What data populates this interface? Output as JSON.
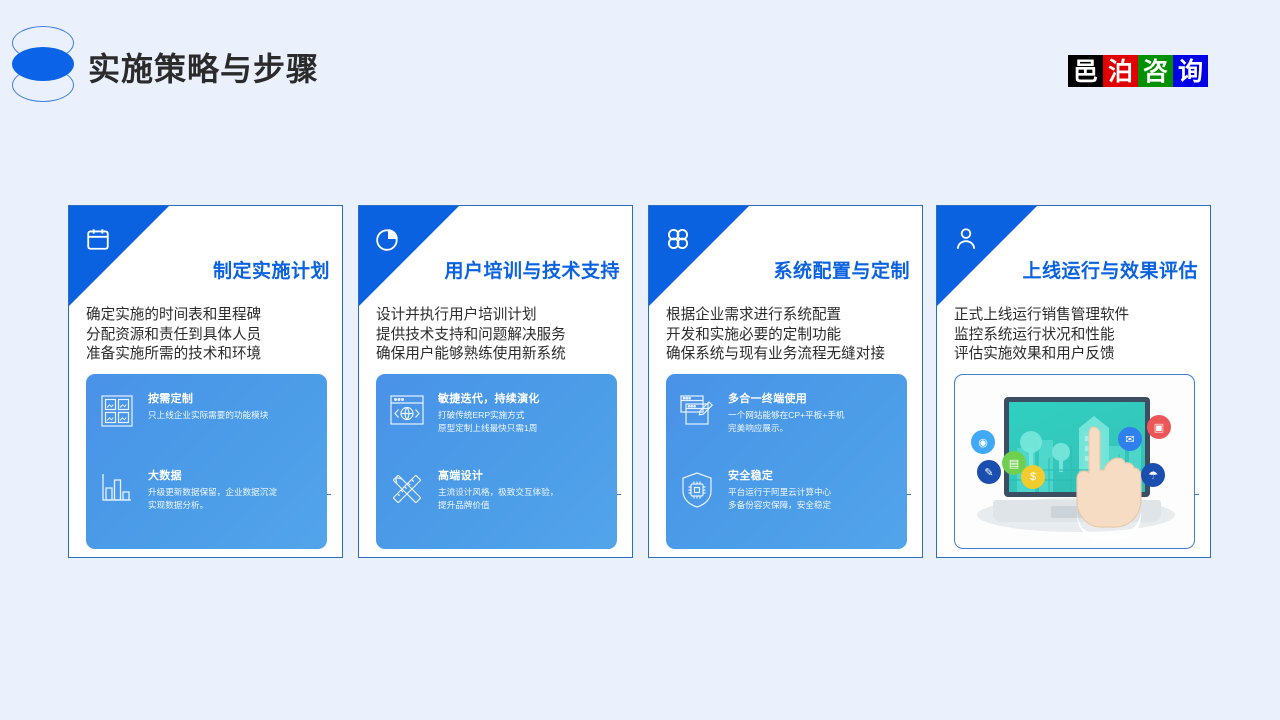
{
  "header": {
    "title": "实施策略与步骤",
    "logo_icon": "stacked-ellipses-logo",
    "brand": {
      "chars": [
        "邑",
        "泊",
        "咨",
        "询"
      ],
      "colors": [
        "#000000",
        "#e00000",
        "#009000",
        "#0000e6"
      ]
    }
  },
  "theme": {
    "background": "#eaf1fd",
    "accent_blue": "#0a62e0",
    "card_border": "#2a6fc0",
    "divider_dark": "#1a5aa8",
    "promo_blue": "#4a9ae8",
    "body_text": "#2b2b2b"
  },
  "cards": [
    {
      "icon": "calendar-icon",
      "title": "制定实施计划",
      "bullets": [
        "确定实施的时间表和里程碑",
        "分配资源和责任到具体人员",
        "准备实施所需的技术和环境"
      ],
      "promo": {
        "type": "blue-panel",
        "rows": [
          {
            "icon": "image-grid-icon",
            "heading": "按需定制",
            "lines": [
              "只上线企业实际需要的功能模块"
            ]
          },
          {
            "icon": "bar-chart-icon",
            "heading": "大数据",
            "lines": [
              "升级更新数据保留，企业数据沉淀",
              "实现数据分析。"
            ]
          }
        ]
      }
    },
    {
      "icon": "pie-chart-icon",
      "title": "用户培训与技术支持",
      "bullets": [
        "设计并执行用户培训计划",
        "提供技术支持和问题解决服务",
        "确保用户能够熟练使用新系统"
      ],
      "promo": {
        "type": "blue-panel",
        "rows": [
          {
            "icon": "browser-globe-icon",
            "heading": "敏捷迭代，持续演化",
            "lines": [
              "打破传统ERP实施方式",
              "原型定制上线最快只需1周"
            ]
          },
          {
            "icon": "ruler-pencil-icon",
            "heading": "高端设计",
            "lines": [
              "主流设计风格，极致交互体验，",
              "提升品牌价值"
            ]
          }
        ]
      }
    },
    {
      "icon": "clover-icon",
      "title": "系统配置与定制",
      "bullets": [
        "根据企业需求进行系统配置",
        "开发和实施必要的定制功能",
        "确保系统与现有业务流程无缝对接"
      ],
      "promo": {
        "type": "blue-panel",
        "rows": [
          {
            "icon": "windows-pencil-icon",
            "heading": "多合一终端使用",
            "lines": [
              "一个网站能够在CP+平板+手机",
              "完美响应展示。"
            ]
          },
          {
            "icon": "shield-chip-icon",
            "heading": "安全稳定",
            "lines": [
              "平台运行于阿里云计算中心",
              "多备份容灾保障，安全稳定"
            ]
          }
        ]
      }
    },
    {
      "icon": "user-icon",
      "title": "上线运行与效果评估",
      "bullets": [
        "正式上线运行销售管理软件",
        "监控系统运行状况和性能",
        "评估实施效果和用户反馈"
      ],
      "promo": {
        "type": "illustration",
        "illustration": "laptop-touch-hand-with-app-bubbles"
      }
    }
  ]
}
